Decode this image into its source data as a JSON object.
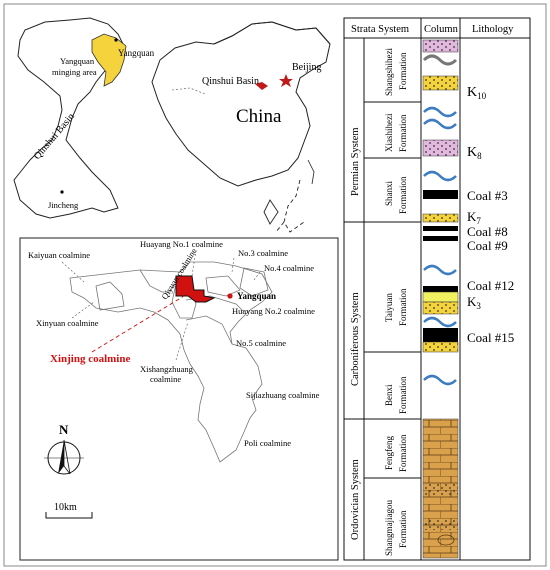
{
  "colors": {
    "red": "#d11010",
    "yellow": "#f4d33c",
    "pink": "#e3b8de",
    "lime": "#f1f061",
    "limestone": "#d9a14c",
    "wave": "#3d7cc0"
  },
  "maps": {
    "top_left": {
      "yangquan": "Yangquan",
      "mining_area": "Yangquan\nminging area",
      "qinshui_basin": "Qinshui Basin",
      "jincheng": "Jincheng"
    },
    "top_right": {
      "beijing": "Beijing",
      "qinshui_basin": "Qinshui Basin",
      "china": "China"
    },
    "bottom": {
      "kaiyuan": "Kaiyuan coalmine",
      "huayang1": "Huayang No.1 coalmine",
      "no3": "No.3 coalmine",
      "no4": "No.4 coalmine",
      "qiyuan": "Qiyuan coalmine",
      "yangquan": "Yangquan",
      "huayang2": "Huayang No.2 coalmine",
      "xinyuan": "Xinyuan coalmine",
      "xinjing": "Xinjing coalmine",
      "no5": "No.5 coalmine",
      "xishang_1": "Xishangzhuang",
      "xishang_2": "coalmine",
      "sijiazhuang": "Sijiazhuang coalmine",
      "poli": "Poli coalmine",
      "north": "N",
      "scale": "10km"
    }
  },
  "strat": {
    "headers": {
      "strata": "Strata System",
      "column": "Column",
      "lithology": "Lithology"
    },
    "systems": {
      "permian": "Permian System",
      "carboniferous": "Carboniferous System",
      "ordovician": "Ordovician System"
    },
    "formations": {
      "shangshihezi": "Shangshihezi Formation",
      "xiashihezi_1": "Xiashihezi",
      "xiashihezi_2": "Formation",
      "shanxi_1": "Shanxi",
      "shanxi_2": "Formation",
      "taiyuan_1": "Taiyuan",
      "taiyuan_2": "Formation",
      "benxi_1": "Benxi",
      "benxi_2": "Formation",
      "fengfeng_1": "Fengfeng",
      "fengfeng_2": "Formation",
      "shangmajiagou_1": "Shangmajiagou",
      "shangmajiagou_2": "Formation"
    },
    "lithology": {
      "k10": "K",
      "k10_sub": "10",
      "k8": "K",
      "k8_sub": "8",
      "coal3": "Coal #3",
      "k7": "K",
      "k7_sub": "7",
      "coal8": "Coal #8",
      "coal9": "Coal #9",
      "coal12": "Coal #12",
      "k3": "K",
      "k3_sub": "3",
      "coal15": "Coal #15"
    }
  }
}
